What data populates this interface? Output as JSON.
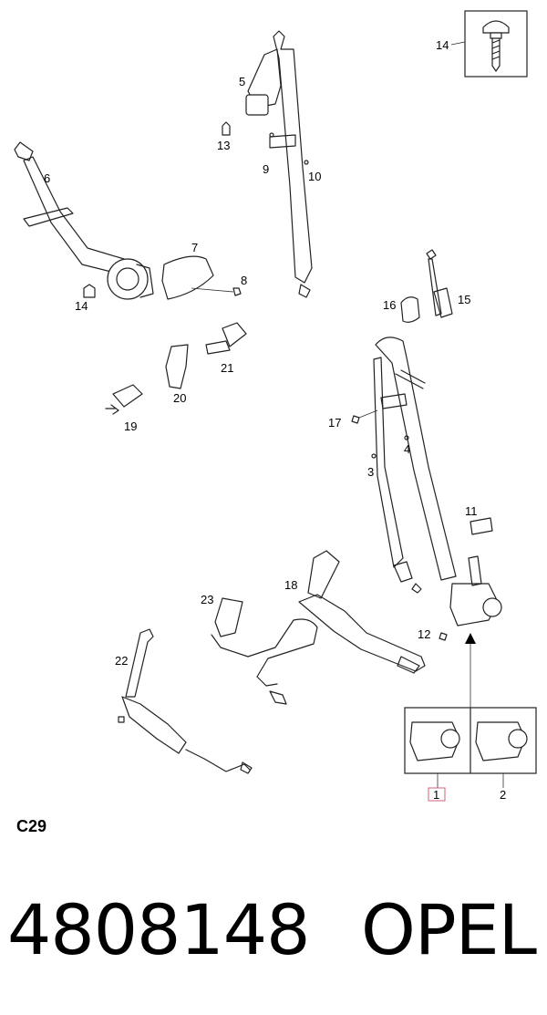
{
  "diagram": {
    "part_labels": {
      "p1": "1",
      "p2": "2",
      "p3": "3",
      "p4": "4",
      "p5": "5",
      "p6": "6",
      "p7": "7",
      "p8": "8",
      "p9": "9",
      "p10": "10",
      "p11": "11",
      "p12": "12",
      "p13": "13",
      "p14_inset": "14",
      "p14_left": "14",
      "p15": "15",
      "p16": "16",
      "p17": "17",
      "p18": "18",
      "p19": "19",
      "p20": "20",
      "p21": "21",
      "p22": "22",
      "p23": "23"
    },
    "highlight_color": "#e8a0a8"
  },
  "code_label": "C29",
  "footer": {
    "part_number": "4808148",
    "brand": "OPEL"
  }
}
